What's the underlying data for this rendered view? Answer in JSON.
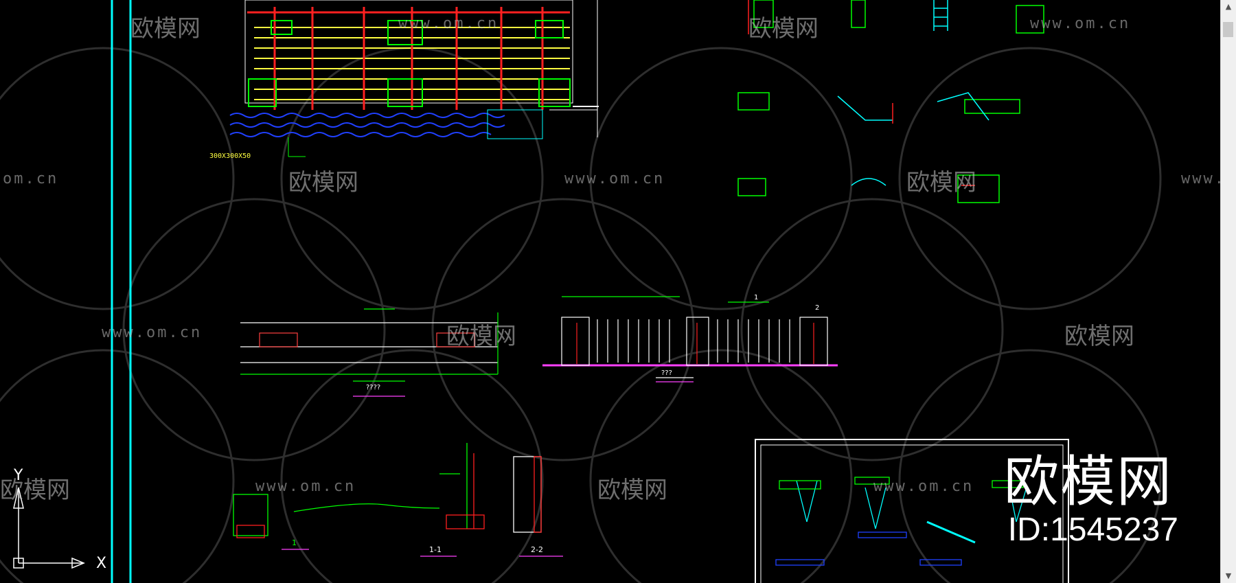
{
  "watermark": {
    "url": "www.om.cn",
    "url_clipped_left": "om.cn",
    "url_clipped_right": "www.o",
    "logo": "欧模网"
  },
  "brand": {
    "name": "欧模网",
    "id": "ID:1545237"
  },
  "drawing_labels": {
    "material_note": "300X300X50",
    "ucs_x": "X",
    "ucs_y": "Y",
    "section_1": "1-1",
    "section_2": "2-2",
    "detail_marker": "1",
    "title_a": "????",
    "title_b": "???",
    "elev_marker_1": "1",
    "elev_marker_2": "2"
  },
  "scrollbar": {
    "up_icon": "triangle-up",
    "down_icon": "triangle-down"
  },
  "colors": {
    "background": "#000000",
    "cyan": "#00ffff",
    "red": "#ff2020",
    "yellow": "#ffff40",
    "green": "#00ff00",
    "blue": "#2040ff",
    "magenta": "#ff40ff",
    "white": "#ffffff"
  }
}
